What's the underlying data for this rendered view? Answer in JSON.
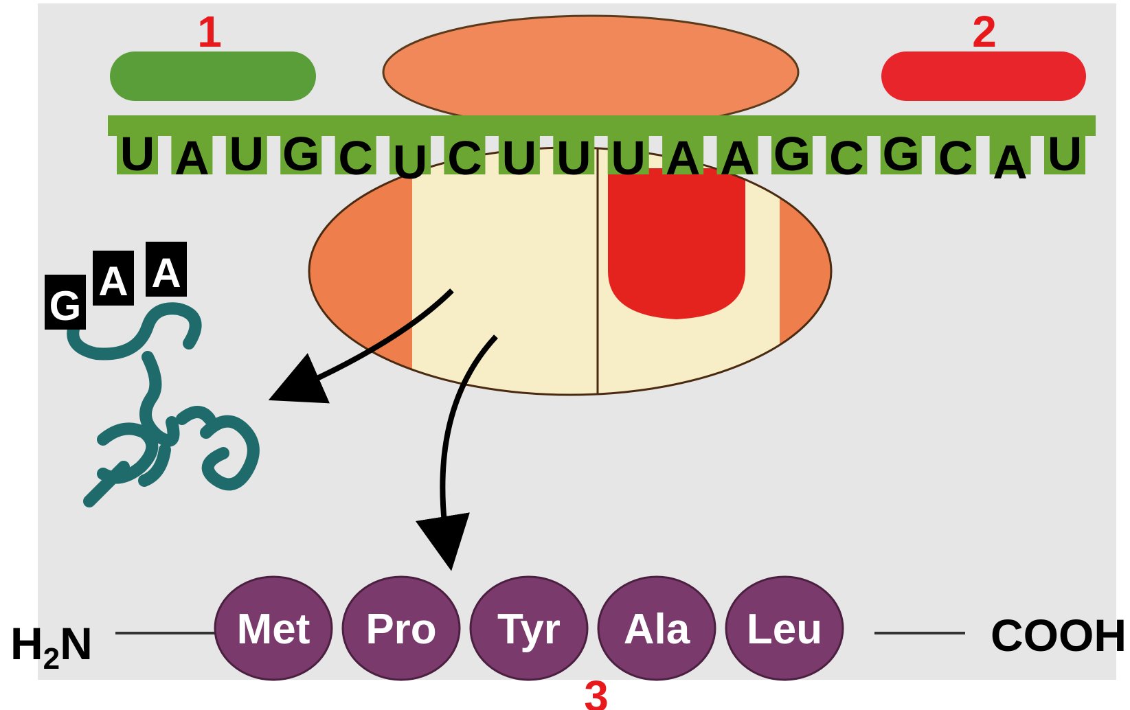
{
  "labels": {
    "marker_1": "1",
    "marker_2": "2",
    "marker_3": "3",
    "n_terminus_main": "H",
    "n_terminus_sub": "2",
    "n_terminus_end": "N",
    "c_terminus": "COOH"
  },
  "mrna": {
    "bases": [
      "U",
      "A",
      "U",
      "G",
      "C",
      "U",
      "C",
      "U",
      "U",
      "U",
      "A",
      "A",
      "G",
      "C",
      "G",
      "C",
      "A",
      "U"
    ]
  },
  "anticodon": {
    "bases": [
      "G",
      "A",
      "A"
    ]
  },
  "peptide": {
    "residues": [
      "Met",
      "Pro",
      "Tyr",
      "Ala",
      "Leu"
    ]
  },
  "colors": {
    "background_panel": "#e6e6e6",
    "mrna_strand": "#6aa631",
    "factor_1": "#5a9e3a",
    "factor_2": "#e8252a",
    "ribosome_small": "#f0885a",
    "ribosome_large": "#ee7e4c",
    "ribosome_site_light": "#f7edc6",
    "ribosome_site_red": "#e4231f",
    "trna": "#1f6a6b",
    "amino_acid": "#7a3a6b",
    "marker_red": "#e8191c"
  }
}
